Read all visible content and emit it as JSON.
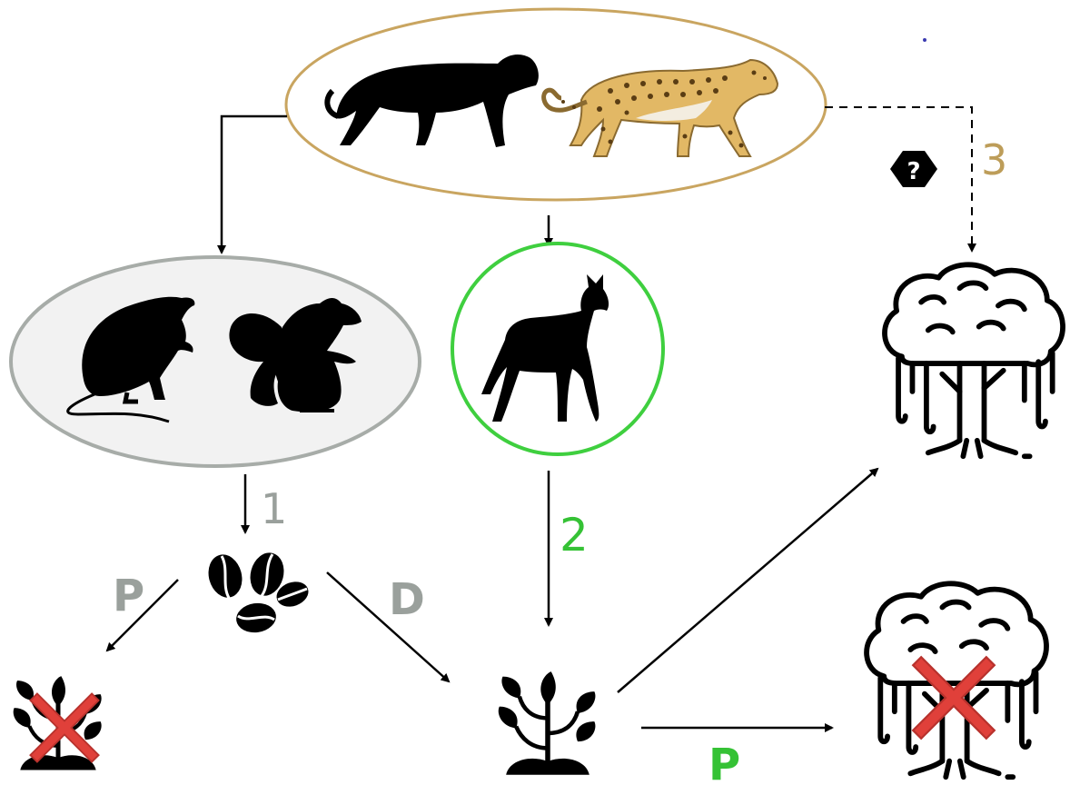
{
  "labels": {
    "path_1": "1",
    "path_2": "2",
    "path_3": "3",
    "predation_left": "P",
    "dispersal": "D",
    "predation_bottom": "P",
    "unknown_badge": "?"
  },
  "colors": {
    "predators_ring": "#c9a560",
    "rodents_ring": "#a7aca8",
    "deer_ring": "#3fcf3f",
    "label_grey": "#9aa09c",
    "label_green": "#35c235",
    "label_gold": "#bd9d59",
    "cross_red": "#e0403a",
    "ink": "#000000"
  },
  "icons": {
    "predators": [
      "puma-silhouette-icon",
      "leopard-icon"
    ],
    "prey_small": [
      "rat-silhouette-icon",
      "squirrel-silhouette-icon"
    ],
    "prey_large": "deer-silhouette-icon",
    "seeds": "seeds-icon",
    "seedling": "seedling-icon",
    "tree": "tree-icon",
    "cross": "red-cross-icon"
  }
}
